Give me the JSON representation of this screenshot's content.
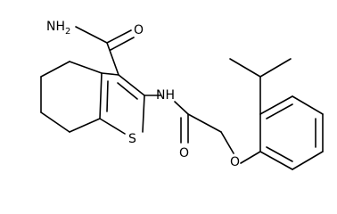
{
  "molecule": {
    "atom_labels": {
      "amide_nh2": "NH",
      "amide_nh2_sub": "2",
      "amide_o_top": "O",
      "thiophene_s": "S",
      "amide_nh": "NH",
      "amide_o_bottom": "O",
      "ether_o": "O"
    },
    "colors": {
      "bond": "#000000",
      "label": "#000000",
      "background": "#ffffff"
    }
  }
}
